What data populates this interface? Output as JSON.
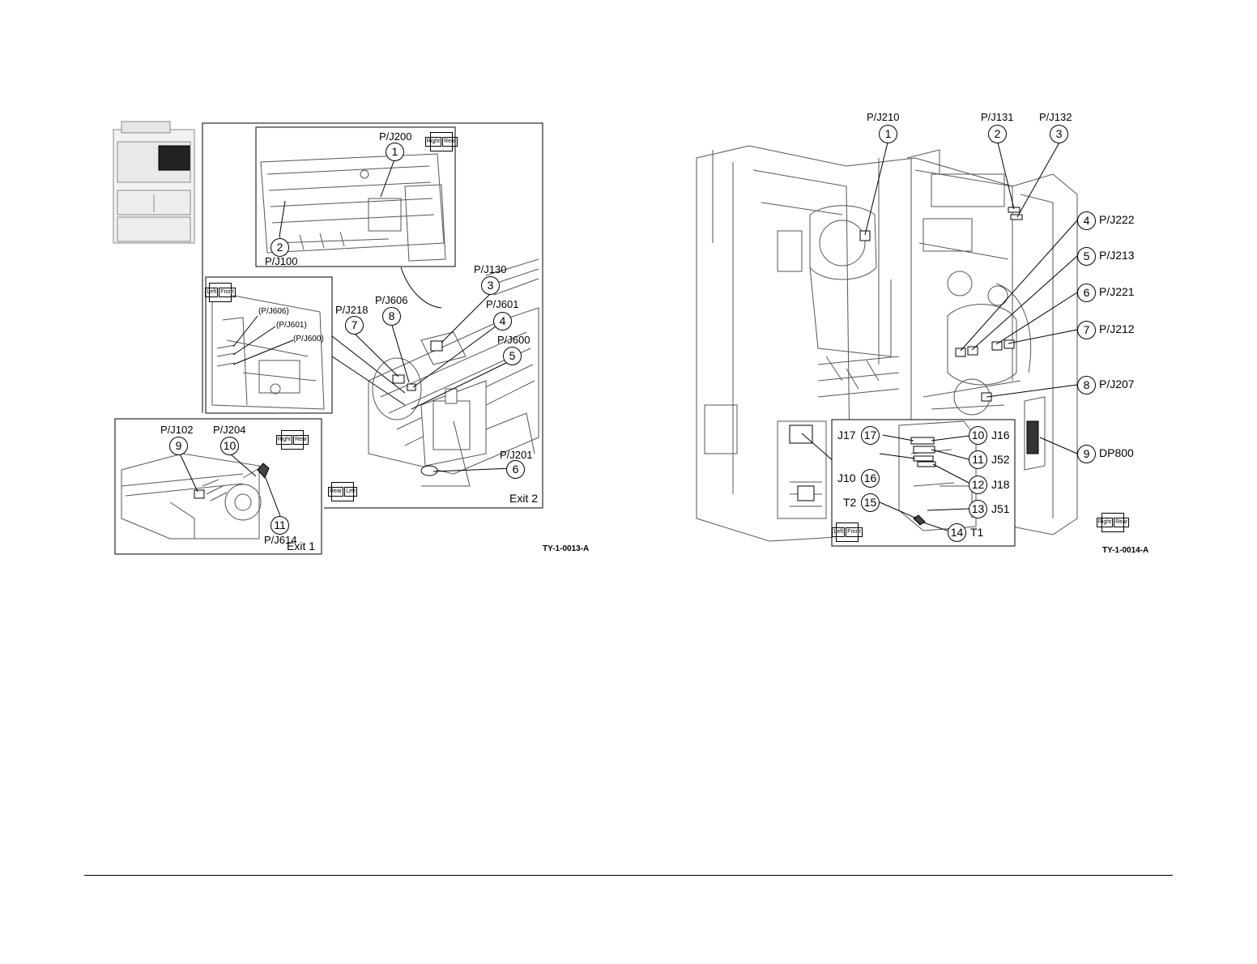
{
  "left_figure": {
    "figure_id": "TY-1-0013-A",
    "top_inset": {
      "orientation_cube": [
        "Right",
        "Rear"
      ],
      "callouts": [
        {
          "num": "1",
          "label": "P/J200"
        },
        {
          "num": "2",
          "label": "P/J100"
        }
      ]
    },
    "left_inset": {
      "orientation_cube": [
        "Left",
        "Front"
      ],
      "labels": [
        "(P/J606)",
        "(P/J601)",
        "(P/J600)"
      ]
    },
    "main_view": {
      "name": "Exit 2",
      "orientation_cube": [
        "Rear",
        "Left"
      ],
      "callouts": [
        {
          "num": "3",
          "label": "P/J130"
        },
        {
          "num": "4",
          "label": "P/J601"
        },
        {
          "num": "5",
          "label": "P/J600"
        },
        {
          "num": "6",
          "label": "P/J201"
        },
        {
          "num": "7",
          "label": "P/J218"
        },
        {
          "num": "8",
          "label": "P/J606"
        }
      ]
    },
    "bottom_inset": {
      "name": "Exit 1",
      "orientation_cube": [
        "Right",
        "Rear"
      ],
      "callouts": [
        {
          "num": "9",
          "label": "P/J102"
        },
        {
          "num": "10",
          "label": "P/J204"
        },
        {
          "num": "11",
          "label": "P/J614"
        }
      ]
    }
  },
  "right_figure": {
    "figure_id": "TY-1-0014-A",
    "orientation_cube_main": [
      "Right",
      "Rear"
    ],
    "orientation_cube_inset": [
      "Left",
      "Front"
    ],
    "callouts": [
      {
        "num": "1",
        "label": "P/J210"
      },
      {
        "num": "2",
        "label": "P/J131"
      },
      {
        "num": "3",
        "label": "P/J132"
      },
      {
        "num": "4",
        "label": "P/J222"
      },
      {
        "num": "5",
        "label": "P/J213"
      },
      {
        "num": "6",
        "label": "P/J221"
      },
      {
        "num": "7",
        "label": "P/J212"
      },
      {
        "num": "8",
        "label": "P/J207"
      },
      {
        "num": "9",
        "label": "DP800"
      },
      {
        "num": "10",
        "label": "J16"
      },
      {
        "num": "11",
        "label": "J52"
      },
      {
        "num": "12",
        "label": "J18"
      },
      {
        "num": "13",
        "label": "J51"
      },
      {
        "num": "14",
        "label": "T1"
      },
      {
        "num": "15",
        "label": "T2"
      },
      {
        "num": "16",
        "label": "J10"
      },
      {
        "num": "17",
        "label": "J17"
      }
    ]
  }
}
